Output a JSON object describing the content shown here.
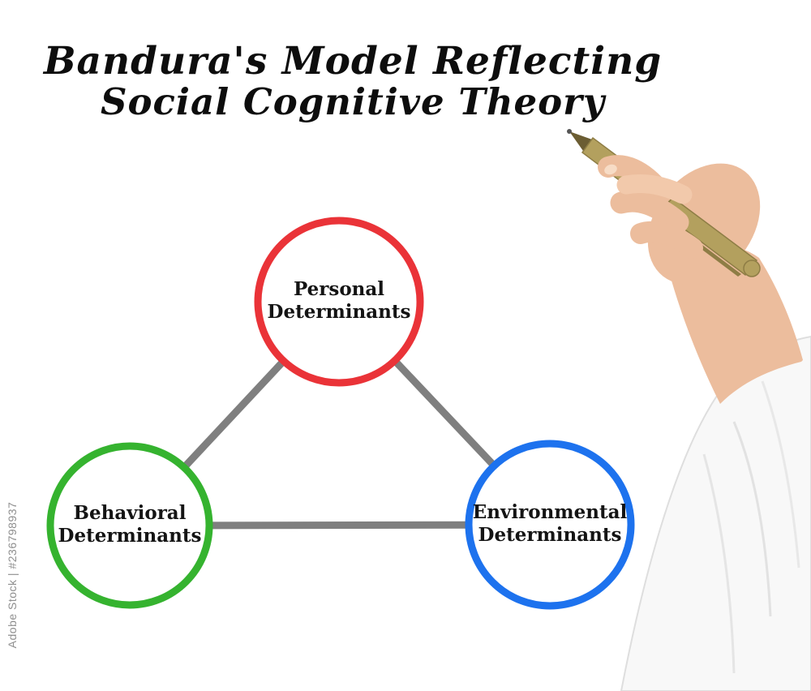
{
  "title": {
    "line1": "Bandura's Model Reflecting",
    "line2": "Social Cognitive Theory"
  },
  "diagram": {
    "nodes": [
      {
        "id": "personal",
        "line1": "Personal",
        "line2": "Determinants",
        "color": "#ea3338"
      },
      {
        "id": "behavioral",
        "line1": "Behavioral",
        "line2": "Determinants",
        "color": "#35b32f"
      },
      {
        "id": "environmental",
        "line1": "Environmental",
        "line2": "Determinants",
        "color": "#1d72ee"
      }
    ],
    "edge_color": "#7f7f7f"
  },
  "photo": {
    "pen_color": "#b3a05e",
    "pen_dark": "#8e7d45",
    "pen_tip_color": "#6b5d33",
    "skin_color": "#ecbd9d",
    "skin_light": "#f2c9ab",
    "sleeve_color": "#f8f8f8"
  },
  "watermark": {
    "text": "Adobe Stock | #236798937"
  }
}
